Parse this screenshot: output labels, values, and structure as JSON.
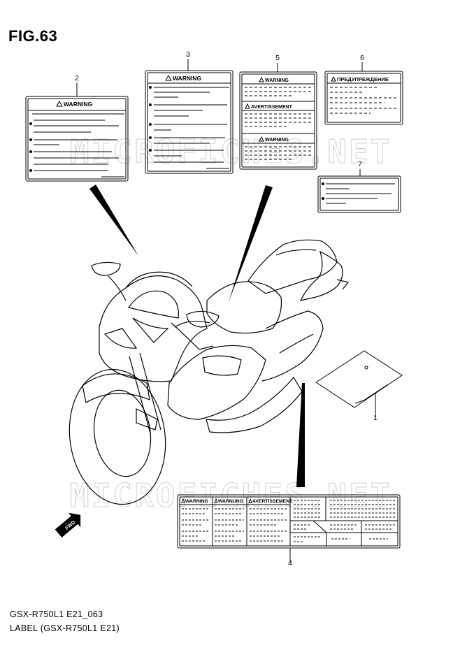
{
  "diagram": {
    "figure": "FIG.63",
    "watermark": "MICROFICHES.NET",
    "fwd": "FWD"
  },
  "labels": {
    "warning_en": "WARNING",
    "warning_fr": "AVERTISSEMENT",
    "warning_ru": "ПРЕДУПРЕЖДЕНИЕ",
    "label4_en": "WARNING",
    "label4_de": "WARNUNG",
    "label4_fr": "AVERTISSEMENT"
  },
  "callouts": {
    "c1": "1",
    "c2": "2",
    "c3": "3",
    "c4": "4",
    "c5": "5",
    "c6": "6",
    "c7": "7"
  },
  "footer": {
    "code": "GSX-R750L1 E21_063",
    "caption": "LABEL (GSX-R750L1 E21)"
  }
}
